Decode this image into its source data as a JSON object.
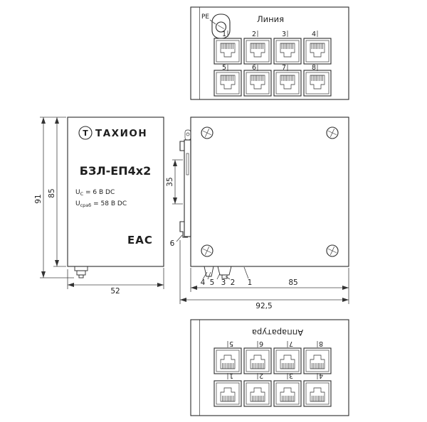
{
  "top_view": {
    "title": "Линия",
    "pe_label": "PE",
    "row1_numbers": [
      "1",
      "2",
      "3",
      "4"
    ],
    "row2_numbers": [
      "5",
      "6",
      "7",
      "8"
    ]
  },
  "front_view": {
    "brand": "ТАХИОН",
    "logo_letter": "Т",
    "model": "БЗЛ-ЕП4х2",
    "spec1": {
      "pre": "U",
      "sub": "C",
      "post": " = 6 В DC"
    },
    "spec2": {
      "pre": "U",
      "sub": "сраб",
      "post": " = 58 В DC"
    },
    "cert_mark": "EAC",
    "dim_height_outer": "91",
    "dim_height_body": "85",
    "dim_width": "52"
  },
  "side_view": {
    "dim_rail": "35",
    "dim_depth": "85",
    "dim_total": "92,5",
    "callout_clip": "6",
    "callouts_bottom": [
      "4",
      "5",
      "3",
      "2",
      "1"
    ]
  },
  "bottom_view": {
    "title": "Аппаратура",
    "row1_numbers": [
      "5",
      "6",
      "7",
      "8"
    ],
    "row2_numbers": [
      "1",
      "2",
      "3",
      "4"
    ]
  }
}
